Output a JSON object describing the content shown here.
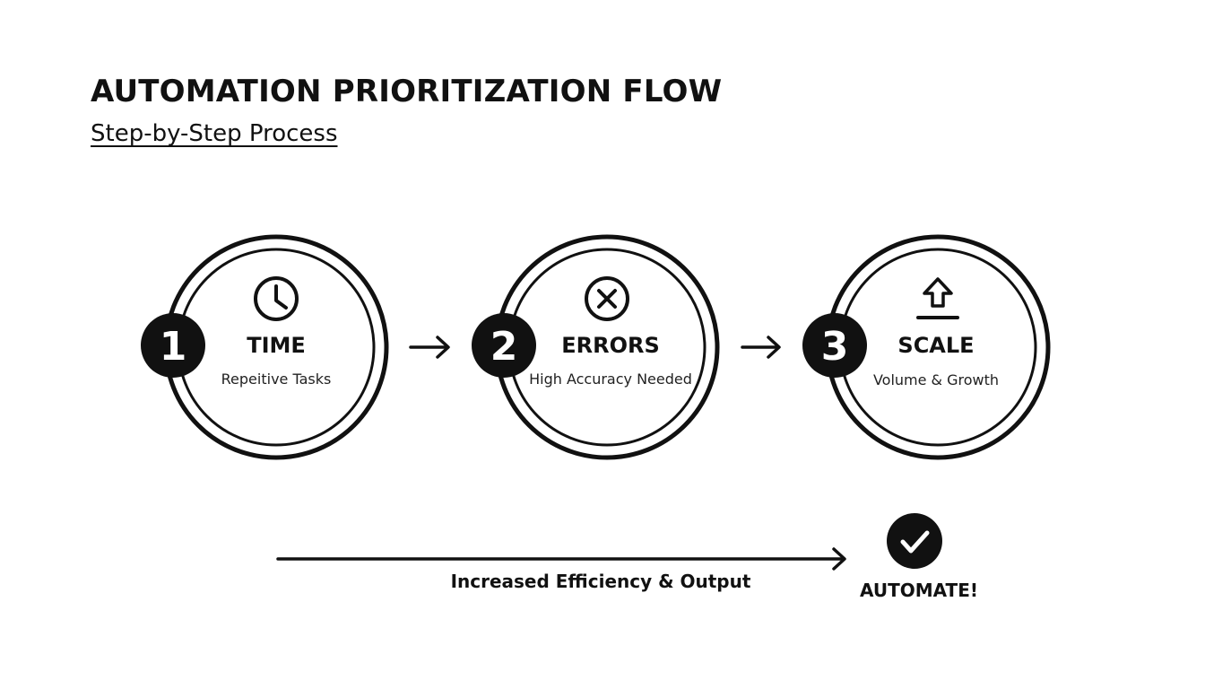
{
  "header": {
    "title": "AUTOMATION PRIORITIZATION FLOW",
    "subtitle": "Step-by-Step Process"
  },
  "steps": [
    {
      "number": "1",
      "title": "TIME",
      "description": "Repeitive Tasks",
      "icon": "clock-icon"
    },
    {
      "number": "2",
      "title": "ERRORS",
      "description": "High Accuracy Needed",
      "icon": "x-circle-icon"
    },
    {
      "number": "3",
      "title": "SCALE",
      "description": "Volume & Growth",
      "icon": "arrow-up-icon"
    }
  ],
  "flow": {
    "label": "Increased Efficiency & Output"
  },
  "outcome": {
    "label": "AUTOMATE!",
    "icon": "checkmark-icon"
  },
  "colors": {
    "ink": "#111111",
    "background": "#ffffff"
  }
}
